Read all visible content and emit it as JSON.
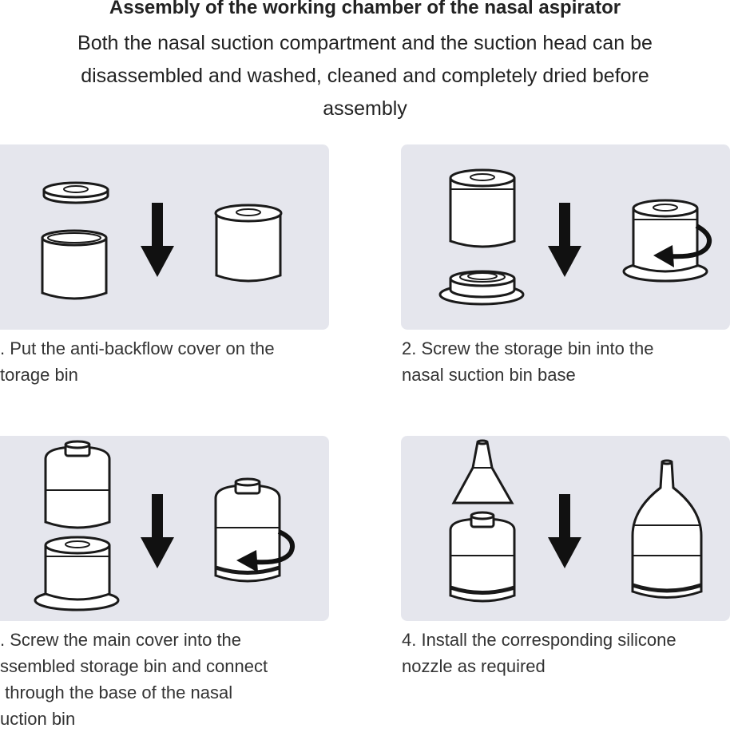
{
  "header": {
    "title": "Assembly of the working chamber of the nasal aspirator",
    "subtitle_lines": [
      "Both the nasal suction compartment and the suction head can be",
      "disassembled and washed, cleaned and completely dried before",
      "assembly"
    ]
  },
  "steps": [
    {
      "caption_lines": [
        ". Put the anti-backflow cover on the",
        "torage bin"
      ]
    },
    {
      "caption_lines": [
        "2. Screw the storage bin into the",
        "nasal suction bin base"
      ]
    },
    {
      "caption_lines": [
        ". Screw the main cover into the",
        "ssembled storage bin and connect",
        " through the base of the nasal",
        "uction bin"
      ]
    },
    {
      "caption_lines": [
        "4. Install the corresponding silicone",
        "nozzle as required"
      ]
    }
  ],
  "colors": {
    "panel_bg": "#e5e6ed",
    "line": "#1a1a1a",
    "fill": "#ffffff"
  },
  "icons": [
    "down-arrow-icon",
    "rotate-arrow-icon"
  ]
}
